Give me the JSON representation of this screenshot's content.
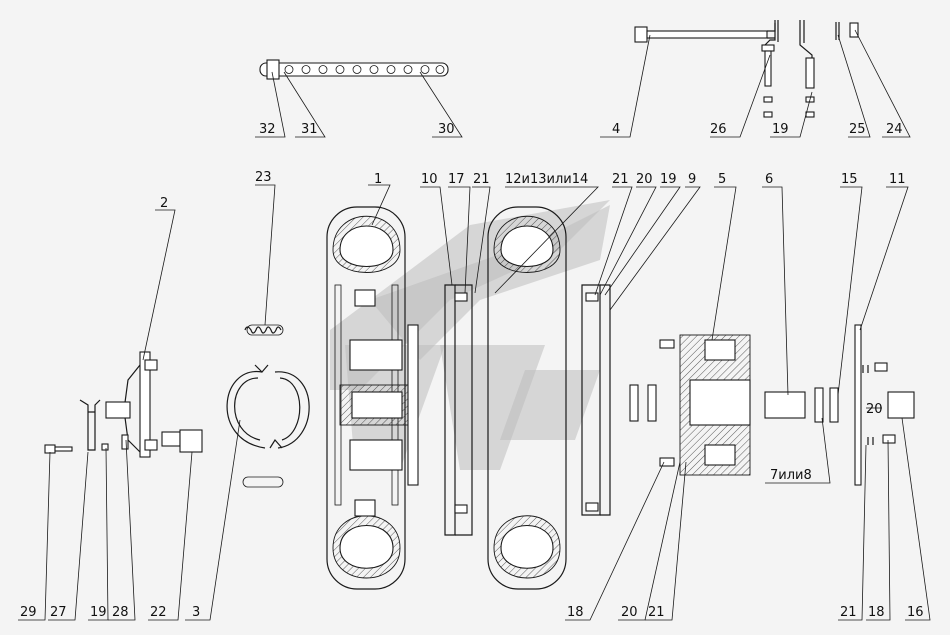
{
  "labels": [
    {
      "id": "p32",
      "text": "32"
    },
    {
      "id": "p31",
      "text": "31"
    },
    {
      "id": "p30",
      "text": "30"
    },
    {
      "id": "p4",
      "text": "4"
    },
    {
      "id": "p26",
      "text": "26"
    },
    {
      "id": "p19a",
      "text": "19"
    },
    {
      "id": "p25",
      "text": "25"
    },
    {
      "id": "p24",
      "text": "24"
    },
    {
      "id": "p23",
      "text": "23"
    },
    {
      "id": "p1",
      "text": "1"
    },
    {
      "id": "p10",
      "text": "10"
    },
    {
      "id": "p17",
      "text": "17"
    },
    {
      "id": "p21a",
      "text": "21"
    },
    {
      "id": "p12",
      "text": "12и13или14"
    },
    {
      "id": "p21b",
      "text": "21"
    },
    {
      "id": "p20a",
      "text": "20"
    },
    {
      "id": "p19b",
      "text": "19"
    },
    {
      "id": "p9",
      "text": "9"
    },
    {
      "id": "p5",
      "text": "5"
    },
    {
      "id": "p6",
      "text": "6"
    },
    {
      "id": "p15",
      "text": "15"
    },
    {
      "id": "p11",
      "text": "11"
    },
    {
      "id": "p2",
      "text": "2"
    },
    {
      "id": "p7",
      "text": "7или8"
    },
    {
      "id": "p20b",
      "text": "20"
    },
    {
      "id": "p29",
      "text": "29"
    },
    {
      "id": "p27",
      "text": "27"
    },
    {
      "id": "p19c",
      "text": "19"
    },
    {
      "id": "p28",
      "text": "28"
    },
    {
      "id": "p22",
      "text": "22"
    },
    {
      "id": "p3",
      "text": "3"
    },
    {
      "id": "p18a",
      "text": "18"
    },
    {
      "id": "p20c",
      "text": "20"
    },
    {
      "id": "p21c",
      "text": "21"
    },
    {
      "id": "p21d",
      "text": "21"
    },
    {
      "id": "p18b",
      "text": "18"
    },
    {
      "id": "p16",
      "text": "16"
    }
  ]
}
